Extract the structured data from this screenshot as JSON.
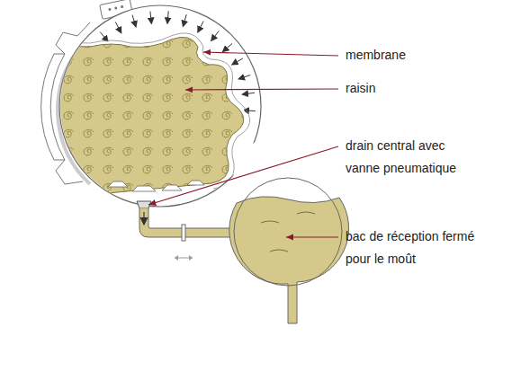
{
  "diagram": {
    "labels": [
      "membrane",
      "raisin",
      "drain central avec vanne pneumatique",
      "bac de réception fermé pour le moût"
    ]
  }
}
